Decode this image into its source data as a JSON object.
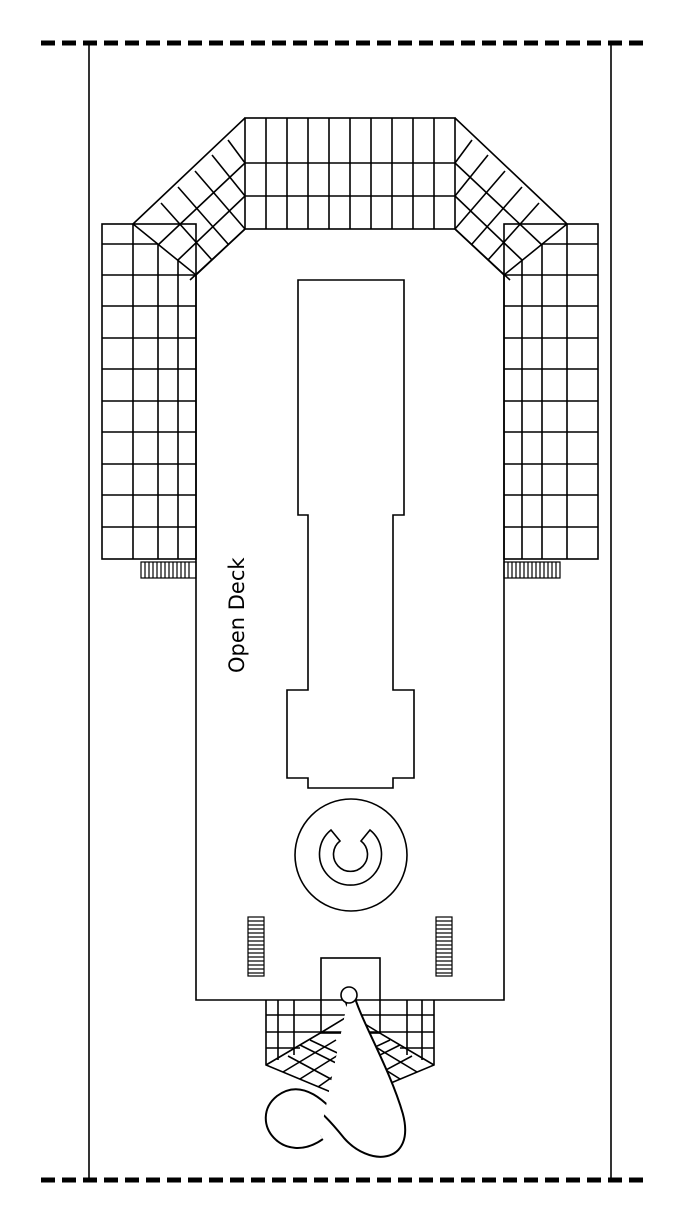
{
  "diagram": {
    "type": "deck-plan",
    "labels": {
      "deck_name": "Open Deck"
    },
    "colors": {
      "stroke": "#000000",
      "background": "#ffffff"
    },
    "elements": [
      "boundary-dashed-top",
      "boundary-dashed-bottom",
      "side-rail-left",
      "side-rail-right",
      "seating-grid-top",
      "seating-grid-left",
      "seating-grid-right",
      "seating-grid-bottom",
      "pool",
      "hot-tub",
      "stairs-left",
      "stairs-right",
      "waterslide"
    ]
  }
}
